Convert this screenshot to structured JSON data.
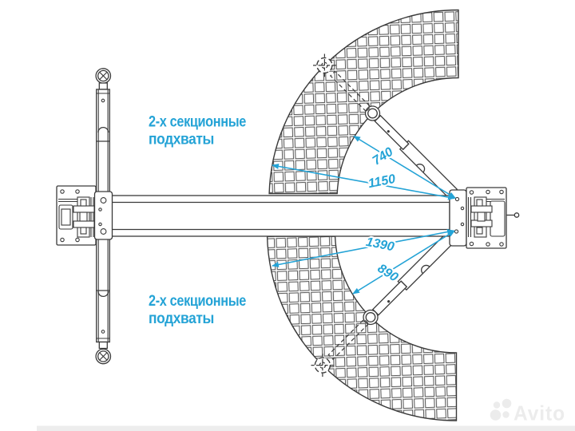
{
  "diagram": {
    "labels": {
      "upper": {
        "line1": "2-х секционные",
        "line2": "подхваты"
      },
      "lower": {
        "line1": "2-х секционные",
        "line2": "подхваты"
      }
    },
    "dimensions": {
      "front_arm_min": "740",
      "front_arm_max": "1150",
      "rear_arm_max": "1390",
      "rear_arm_min": "890"
    },
    "watermark": "Avito",
    "colors": {
      "accent": "#24a3d6",
      "line": "#3a3a3a",
      "watermark": "#ececec"
    }
  }
}
